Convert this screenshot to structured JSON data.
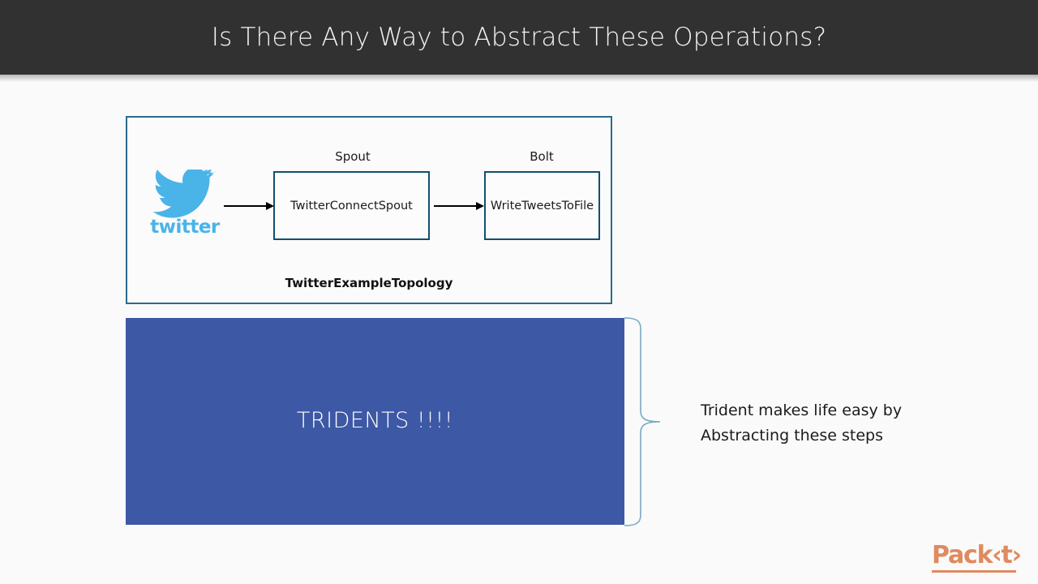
{
  "header": {
    "title": "Is There Any Way to Abstract These Operations?",
    "background_color": "#313131",
    "text_color": "#f4f4f4"
  },
  "slide": {
    "background_color": "#fafafa",
    "topology": {
      "border_color": "#2c6b8c",
      "caption": "TwitterExampleTopology",
      "source": {
        "icon_name": "twitter-bird-icon",
        "wordmark": "twitter",
        "brand_color": "#4ab3e8"
      },
      "nodes": [
        {
          "type_label": "Spout",
          "name": "TwitterConnectSpout",
          "border_color": "#11506e"
        },
        {
          "type_label": "Bolt",
          "name": "WriteTweetsToFile",
          "border_color": "#11506e"
        }
      ],
      "arrows": [
        {
          "from": "twitter",
          "to": "TwitterConnectSpout",
          "color": "#000000"
        },
        {
          "from": "TwitterConnectSpout",
          "to": "WriteTweetsToFile",
          "color": "#000000"
        }
      ]
    },
    "trident_block": {
      "text": "TRIDENTS !!!!",
      "fill_color": "#3d58a4",
      "text_color": "#ffffff"
    },
    "brace": {
      "stroke_color": "#79a9c4",
      "orientation": "right-pointing"
    },
    "callout": {
      "lines": [
        "Trident makes life easy by",
        "Abstracting these steps"
      ]
    }
  },
  "branding": {
    "logo_text": "Pack",
    "logo_suffix": "‹t›",
    "logo_color": "#e08a5f"
  }
}
